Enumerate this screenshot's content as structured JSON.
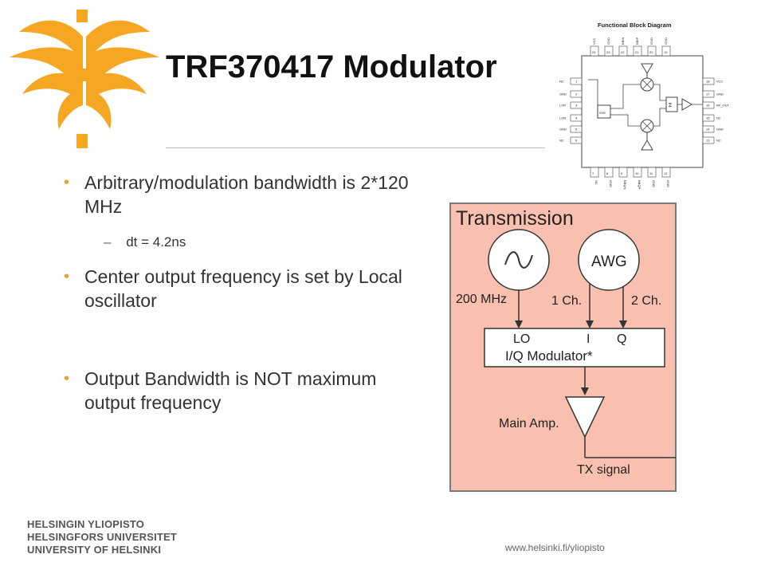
{
  "slide": {
    "title": "TRF370417 Modulator",
    "bullets": [
      {
        "text": "Arbitrary/modulation bandwidth is 2*120 MHz"
      },
      {
        "text": "Center output frequency is set by Local oscillator"
      },
      {
        "text": "Output Bandwidth is NOT maximum output frequency"
      }
    ],
    "sub_bullet": "dt = 4.2ns",
    "bullet_marker": "•",
    "sub_marker": "–"
  },
  "block_diagram": {
    "title": "Functional Block Diagram",
    "top_pins": [
      "VCC",
      "GND",
      "BBIN",
      "BBIP",
      "GND",
      "GND"
    ],
    "top_pin_numbers": [
      "24",
      "23",
      "22",
      "21",
      "20",
      "19"
    ],
    "left_pins": [
      "NC",
      "GND",
      "LOP",
      "LON",
      "GND",
      "NC"
    ],
    "left_pin_numbers": [
      "1",
      "2",
      "3",
      "4",
      "5",
      "6"
    ],
    "right_pins": [
      "VCC",
      "GND",
      "RF_OUT",
      "NC",
      "GND",
      "NC"
    ],
    "right_pin_numbers": [
      "18",
      "17",
      "16",
      "15",
      "14",
      "13"
    ],
    "bottom_pins": [
      "NC",
      "GND",
      "BBQN",
      "BBQP",
      "GND",
      "GND"
    ],
    "bottom_pin_numbers": [
      "7",
      "8",
      "9",
      "10",
      "11",
      "12"
    ],
    "splitter_label": "0/90",
    "sum_label": "Σ"
  },
  "transmission": {
    "title": "Transmission",
    "awg_label": "AWG",
    "lo_freq": "200 MHz",
    "ch1": "1 Ch.",
    "ch2": "2 Ch.",
    "lo": "LO",
    "i": "I",
    "q": "Q",
    "modulator": "I/Q Modulator*",
    "amp": "Main Amp.",
    "tx": "TX signal"
  },
  "footer": {
    "line1": "HELSINGIN YLIOPISTO",
    "line2": "HELSINGFORS UNIVERSITET",
    "line3": "UNIVERSITY OF HELSINKI",
    "url": "www.helsinki.fi/yliopisto"
  },
  "colors": {
    "logo": "#f5a623",
    "bullet": "#e8a33a",
    "panel_fill": "#f9c0b0",
    "panel_border": "#7a7a7a"
  }
}
